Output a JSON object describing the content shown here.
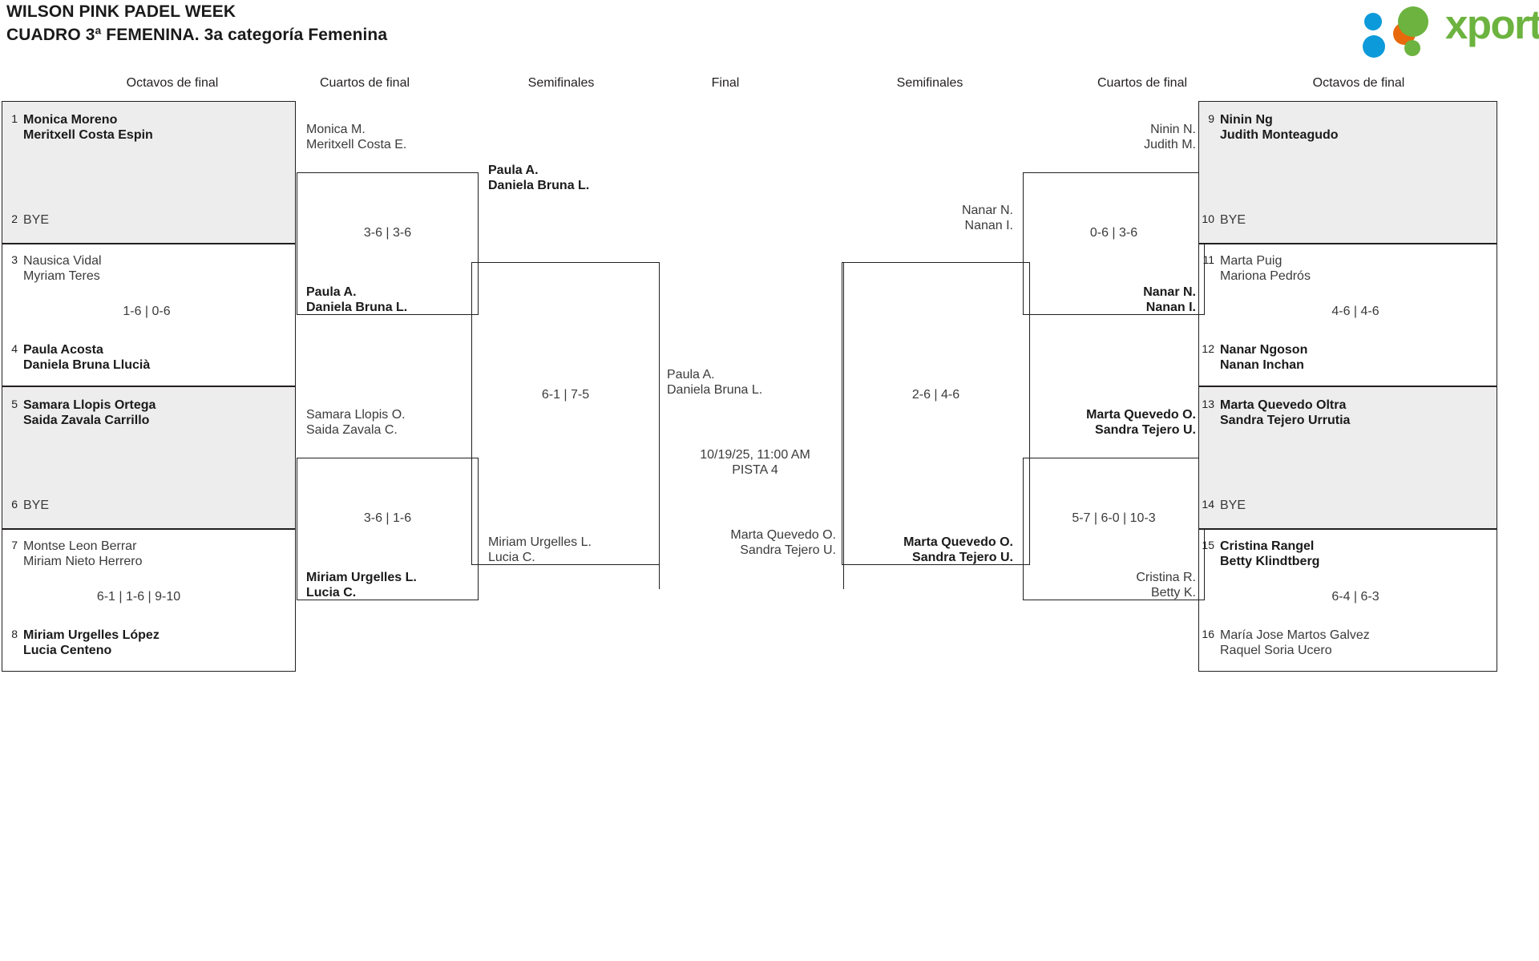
{
  "header": {
    "title_line1": "WILSON PINK PADEL WEEK",
    "title_line2": "CUADRO 3ª FEMENINA. 3a categoría Femenina",
    "logo_text": "xporty"
  },
  "colors": {
    "logo_green": "#6cb33f",
    "logo_blue": "#0c9ada",
    "logo_orange": "#e8690b",
    "box_border": "#231f20",
    "shade_bg": "#ededed",
    "winner_text": "#1a1a1a",
    "loser_text": "#3b3b3b"
  },
  "round_headers": [
    {
      "label": "Octavos de final"
    },
    {
      "label": "Cuartos de final"
    },
    {
      "label": "Semifinales"
    },
    {
      "label": "Final"
    },
    {
      "label": "Semifinales"
    },
    {
      "label": "Cuartos de final"
    },
    {
      "label": "Octavos de final"
    }
  ],
  "left": {
    "r16": [
      {
        "shaded": true,
        "top": {
          "seed": "1",
          "line1": "Monica Moreno",
          "line2": "Meritxell Costa Espin",
          "status": "winner"
        },
        "bottom": {
          "seed": "2",
          "line1": "BYE",
          "line2": "",
          "status": "bye"
        },
        "score": ""
      },
      {
        "shaded": false,
        "top": {
          "seed": "3",
          "line1": "Nausica Vidal",
          "line2": "Myriam Teres",
          "status": "loser"
        },
        "bottom": {
          "seed": "4",
          "line1": "Paula Acosta",
          "line2": "Daniela Bruna Llucià",
          "status": "winner"
        },
        "score": "1-6 | 0-6"
      },
      {
        "shaded": true,
        "top": {
          "seed": "5",
          "line1": "Samara Llopis Ortega",
          "line2": "Saida Zavala Carrillo",
          "status": "winner"
        },
        "bottom": {
          "seed": "6",
          "line1": "BYE",
          "line2": "",
          "status": "bye"
        },
        "score": ""
      },
      {
        "shaded": false,
        "top": {
          "seed": "7",
          "line1": "Montse Leon Berrar",
          "line2": "Miriam Nieto Herrero",
          "status": "loser"
        },
        "bottom": {
          "seed": "8",
          "line1": "Miriam Urgelles López",
          "line2": "Lucia Centeno",
          "status": "winner"
        },
        "score": "6-1 | 1-6 | 9-10"
      }
    ],
    "qf": [
      {
        "top": {
          "line1": "Monica M.",
          "line2": "Meritxell Costa E.",
          "status": "loser"
        },
        "bottom": {
          "line1": "Paula A.",
          "line2": "Daniela Bruna L.",
          "status": "winner"
        },
        "score": "3-6 | 3-6"
      },
      {
        "top": {
          "line1": "Samara Llopis O.",
          "line2": "Saida Zavala C.",
          "status": "loser"
        },
        "bottom": {
          "line1": "Miriam Urgelles L.",
          "line2": "Lucia C.",
          "status": "winner"
        },
        "score": "3-6 | 1-6"
      }
    ],
    "sf": [
      {
        "top": {
          "line1": "Paula A.",
          "line2": "Daniela Bruna L.",
          "status": "winner"
        },
        "bottom": {
          "line1": "Miriam Urgelles L.",
          "line2": "Lucia C.",
          "status": "loser"
        },
        "score": "6-1 | 7-5"
      }
    ]
  },
  "final": {
    "top": {
      "line1": "Paula A.",
      "line2": "Daniela Bruna L.",
      "status": "loser"
    },
    "bottom": {
      "line1": "Marta Quevedo O.",
      "line2": "Sandra Tejero U.",
      "status": "loser"
    },
    "meta_line1": "10/19/25, 11:00 AM",
    "meta_line2": "PISTA 4"
  },
  "right": {
    "sf": [
      {
        "top": {
          "line1": "Nanar N.",
          "line2": "Nanan I.",
          "status": "loser"
        },
        "bottom": {
          "line1": "Marta Quevedo O.",
          "line2": "Sandra Tejero U.",
          "status": "winner"
        },
        "score": "2-6 | 4-6"
      }
    ],
    "qf": [
      {
        "top": {
          "line1": "Ninin N.",
          "line2": "Judith M.",
          "status": "loser"
        },
        "bottom": {
          "line1": "Nanar N.",
          "line2": "Nanan I.",
          "status": "winner"
        },
        "score": "0-6 | 3-6"
      },
      {
        "top": {
          "line1": "Marta Quevedo O.",
          "line2": "Sandra Tejero U.",
          "status": "winner"
        },
        "bottom": {
          "line1": "Cristina R.",
          "line2": "Betty K.",
          "status": "loser"
        },
        "score": "5-7 | 6-0 | 10-3"
      }
    ],
    "r16": [
      {
        "shaded": true,
        "top": {
          "seed": "9",
          "line1": "Ninin Ng",
          "line2": "Judith Monteagudo",
          "status": "winner"
        },
        "bottom": {
          "seed": "10",
          "line1": "BYE",
          "line2": "",
          "status": "bye"
        },
        "score": ""
      },
      {
        "shaded": false,
        "top": {
          "seed": "11",
          "line1": "Marta Puig",
          "line2": "Mariona Pedrós",
          "status": "loser"
        },
        "bottom": {
          "seed": "12",
          "line1": "Nanar Ngoson",
          "line2": "Nanan Inchan",
          "status": "winner"
        },
        "score": "4-6 | 4-6"
      },
      {
        "shaded": true,
        "top": {
          "seed": "13",
          "line1": "Marta Quevedo Oltra",
          "line2": "Sandra Tejero Urrutia",
          "status": "winner"
        },
        "bottom": {
          "seed": "14",
          "line1": "BYE",
          "line2": "",
          "status": "bye"
        },
        "score": ""
      },
      {
        "shaded": false,
        "top": {
          "seed": "15",
          "line1": "Cristina Rangel",
          "line2": "Betty Klindtberg",
          "status": "winner"
        },
        "bottom": {
          "seed": "16",
          "line1": "María Jose Martos Galvez",
          "line2": "Raquel Soria Ucero",
          "status": "loser"
        },
        "score": "6-4 | 6-3"
      }
    ]
  }
}
